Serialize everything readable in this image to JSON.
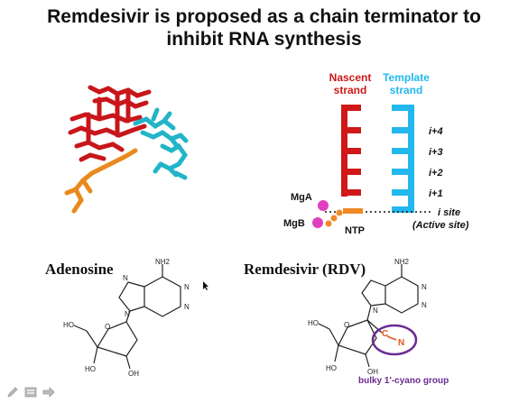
{
  "slide": {
    "title_line1": "Remdesivir is proposed as a chain terminator to",
    "title_line2": "inhibit RNA synthesis"
  },
  "diagram": {
    "nascent_label_1": "Nascent",
    "nascent_label_2": "strand",
    "template_label_1": "Template",
    "template_label_2": "strand",
    "positions": [
      "i+4",
      "i+3",
      "i+2",
      "i+1"
    ],
    "i_site": "i site",
    "active_site": "(Active site)",
    "mga": "MgA",
    "mgb": "MgB",
    "ntp": "NTP",
    "colors": {
      "nascent": "#d01818",
      "template": "#22b8ee",
      "metal": "#e040c0",
      "ntp": "#f08a28"
    }
  },
  "structures": {
    "adenosine_label": "Adenosine",
    "remdesivir_label": "Remdesivir (RDV)",
    "nh2": "NH2",
    "ho": "HO",
    "oh": "OH",
    "o": "O",
    "n": "N",
    "cn_c": "C",
    "cn_n": "N",
    "cyano_note": "bulky 1'-cyano group"
  },
  "toolbar": {
    "icons": [
      "pencil-icon",
      "menu-icon",
      "arrow-right-icon"
    ]
  }
}
